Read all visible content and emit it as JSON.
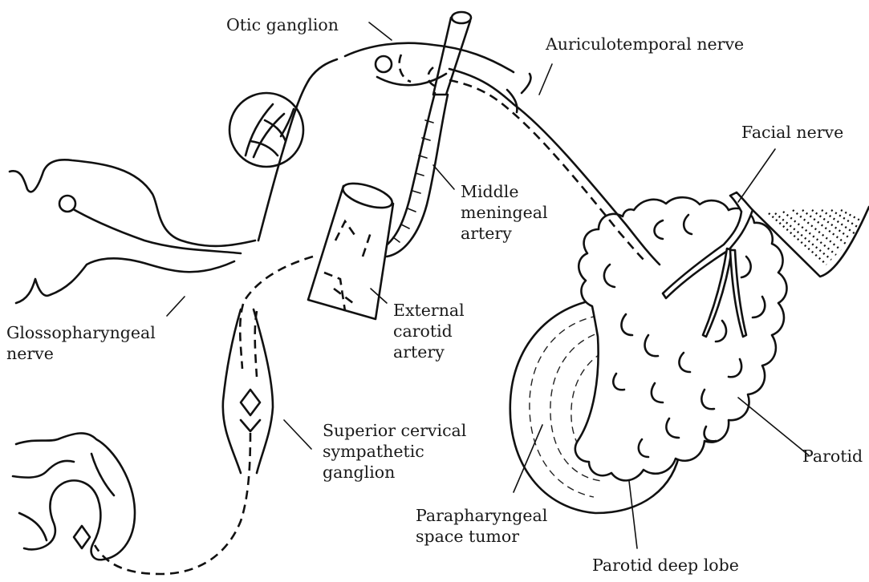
{
  "diagram": {
    "labels": {
      "otic_ganglion": "Otic ganglion",
      "auriculotemporal_nerve": "Auriculotemporal nerve",
      "facial_nerve": "Facial nerve",
      "middle_meningeal_artery": [
        "Middle",
        "meningeal",
        "artery"
      ],
      "external_carotid_artery": [
        "External",
        "carotid",
        "artery"
      ],
      "glossopharyngeal_nerve": [
        "Glossopharyngeal",
        "nerve"
      ],
      "superior_cervical_ganglion": [
        "Superior cervical",
        "sympathetic",
        "ganglion"
      ],
      "parapharyngeal_tumor": [
        "Parapharyngeal",
        "space tumor"
      ],
      "parotid": "Parotid",
      "parotid_deep_lobe": "Parotid deep lobe"
    },
    "colors": {
      "ink": "#111111",
      "background": "#ffffff"
    }
  }
}
